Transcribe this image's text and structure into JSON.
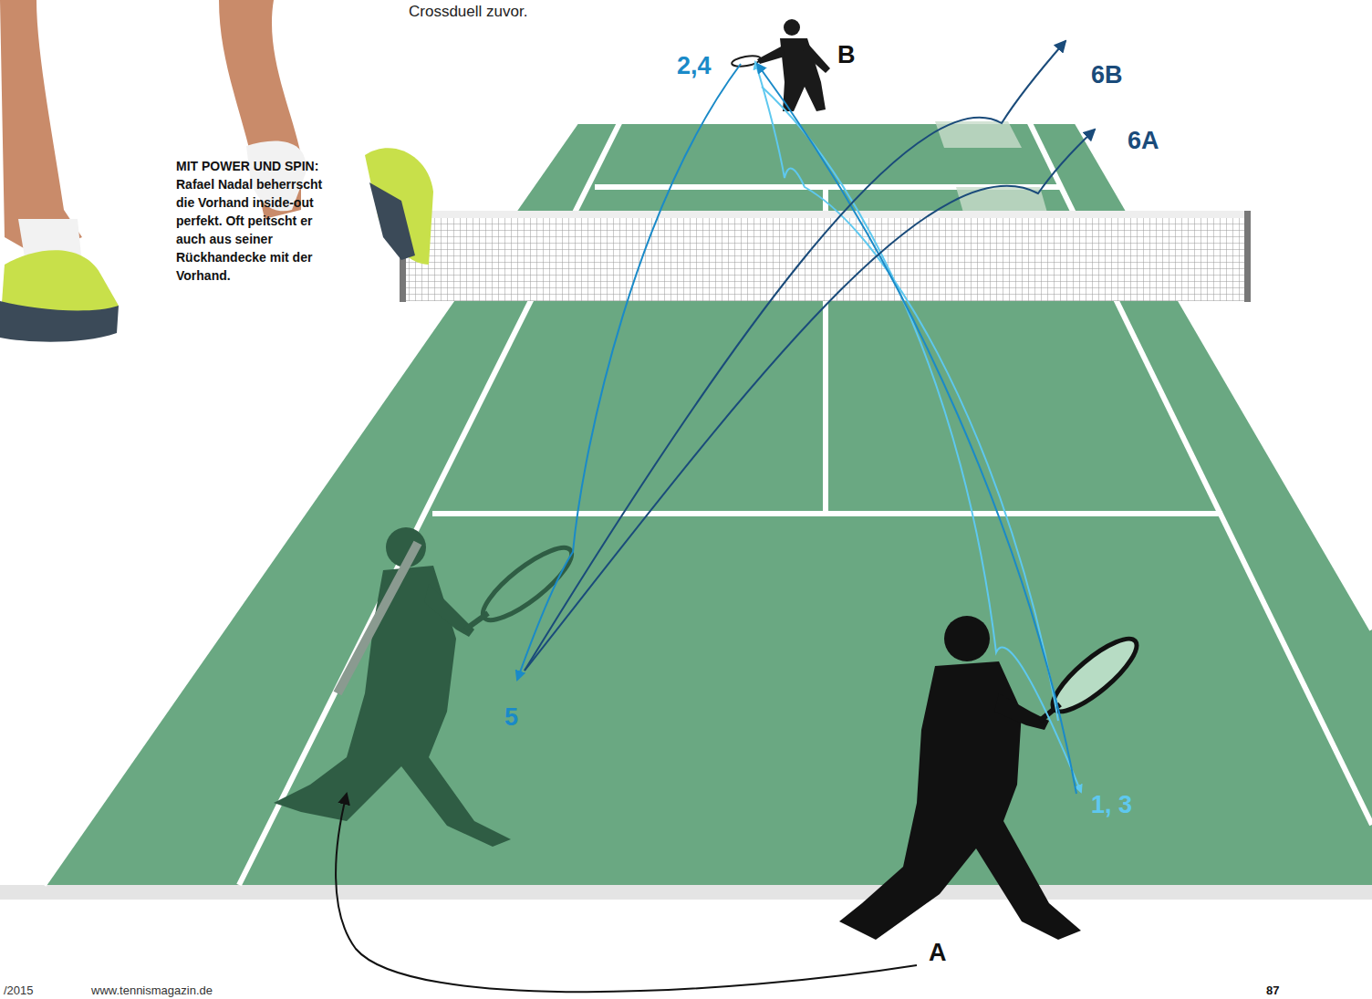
{
  "diagram": {
    "caption": "MIT POWER UND SPIN: Rafael Nadal beherrscht die Vorhand inside-out perfekt. Oft peitscht er auch aus seiner Rückhandecke mit der Vorhand.",
    "labels": [
      "Crossduell zuvor.",
      "2,4",
      "B",
      "6B",
      "6A",
      "5",
      "1, 3",
      "A",
      "/2015",
      "www.tennismagazin.de",
      "87"
    ]
  }
}
